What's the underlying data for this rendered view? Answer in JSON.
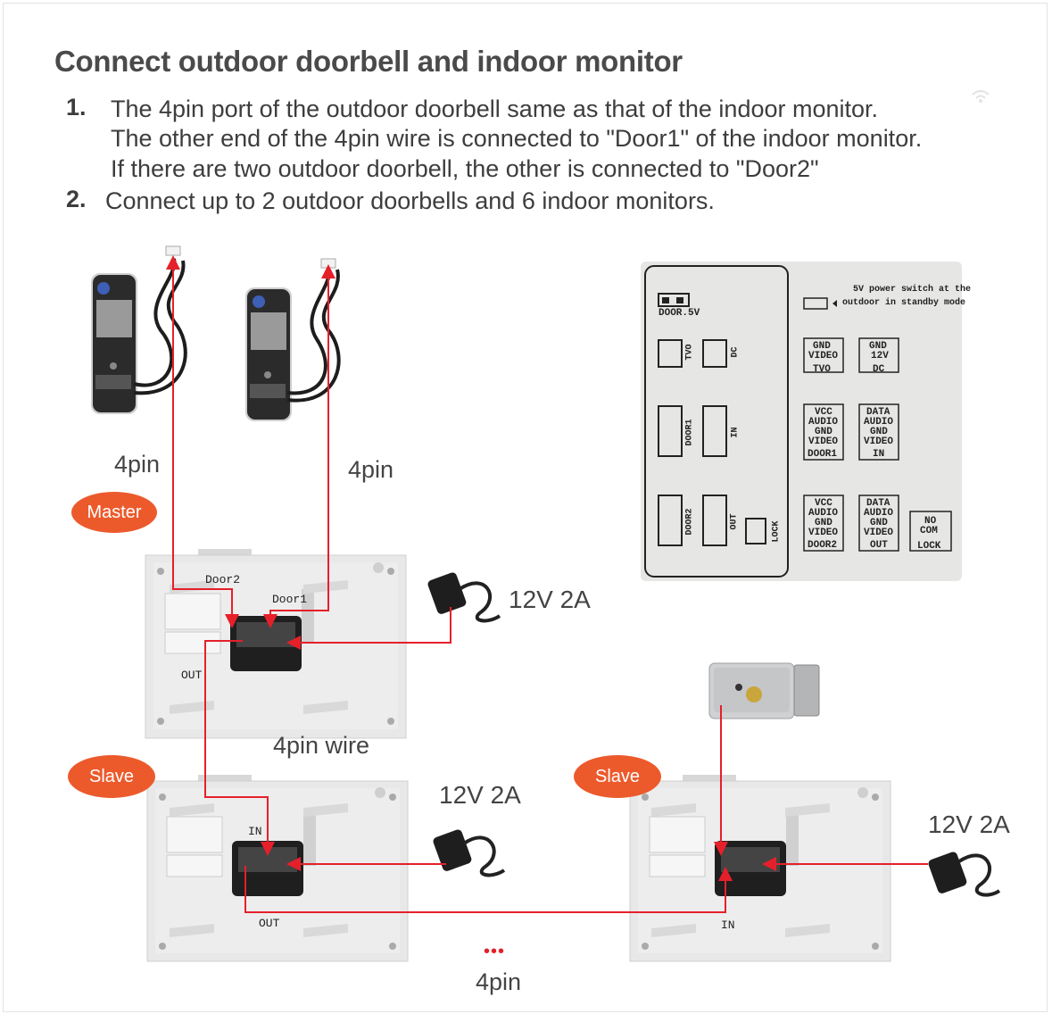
{
  "title": "Connect outdoor doorbell and indoor monitor",
  "steps": [
    {
      "number": "1.",
      "lines": [
        "The 4pin port of the outdoor doorbell same as that of the indoor monitor.",
        "The other end of the 4pin wire is connected to \"Door1\" of the indoor monitor.",
        "If there are two outdoor doorbell, the other is connected to \"Door2\""
      ]
    },
    {
      "number": "2.",
      "lines": [
        "Connect up to 2 outdoor doorbells and 6 indoor monitors."
      ]
    }
  ],
  "diagram": {
    "pin_label_left": "4pin",
    "pin_label_right": "4pin",
    "master_label": "Master",
    "slave_label_left": "Slave",
    "slave_label_right": "Slave",
    "door2_label": "Door2",
    "door1_label": "Door1",
    "out_label_master": "OUT",
    "wire_label": "4pin wire",
    "in_label_slave1": "IN",
    "out_label_slave1": "OUT",
    "in_label_slave2": "IN",
    "power_master": "12V 2A",
    "power_slave1": "12V 2A",
    "power_slave2": "12V 2A",
    "ellipsis": "•••",
    "bottom_pin_label": "4pin"
  },
  "terminal_panel": {
    "door5v": "DOOR.5V",
    "switch_note_line1": "5V power switch at the",
    "switch_note_line2": "outdoor in standby mode",
    "ports": {
      "tvo": "TVO",
      "dc": "DC",
      "door1": "DOOR1",
      "in": "IN",
      "door2": "DOOR2",
      "out": "OUT",
      "lock": "LOCK"
    },
    "pin_groups": {
      "tvo": [
        "GND",
        "VIDEO"
      ],
      "dc": [
        "GND",
        "12V"
      ],
      "door1": [
        "VCC",
        "AUDIO",
        "GND",
        "VIDEO"
      ],
      "in": [
        "DATA",
        "AUDIO",
        "GND",
        "VIDEO"
      ],
      "door2": [
        "VCC",
        "AUDIO",
        "GND",
        "VIDEO"
      ],
      "out": [
        "DATA",
        "AUDIO",
        "GND",
        "VIDEO"
      ],
      "lock": [
        "NO",
        "COM"
      ]
    },
    "group_titles": {
      "tvo": "TVO",
      "dc": "DC",
      "door1": "DOOR1",
      "in": "IN",
      "door2": "DOOR2",
      "out": "OUT",
      "lock": "LOCK"
    }
  },
  "colors": {
    "wire": "#e5202a",
    "badge": "#ec5a2c",
    "monitor_body": "#e7e7e7",
    "doorbell_body": "#2a2a2a"
  }
}
